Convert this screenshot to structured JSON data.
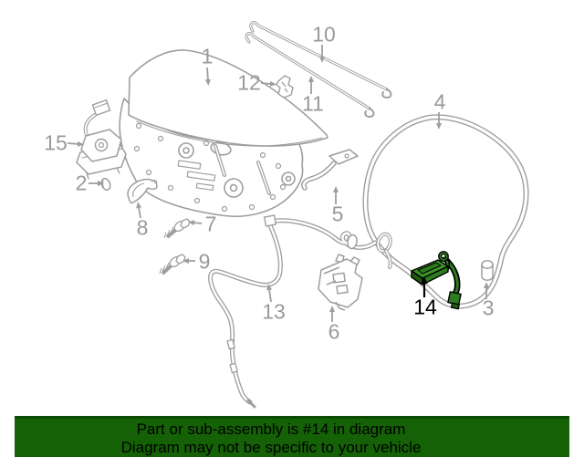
{
  "diagram": {
    "type": "parts-diagram",
    "subject": "trunk lid and latch components",
    "line_color": "#9e9e9e",
    "label_color": "#9a9a9a",
    "highlight_color": "#2d7d1e",
    "highlighted_callout": "14",
    "callouts": [
      {
        "number": "1"
      },
      {
        "number": "2"
      },
      {
        "number": "3"
      },
      {
        "number": "4"
      },
      {
        "number": "5"
      },
      {
        "number": "6"
      },
      {
        "number": "7"
      },
      {
        "number": "8"
      },
      {
        "number": "9"
      },
      {
        "number": "10"
      },
      {
        "number": "11"
      },
      {
        "number": "12"
      },
      {
        "number": "13"
      },
      {
        "number": "14"
      },
      {
        "number": "15"
      }
    ]
  },
  "banner": {
    "line1": "Part or sub-assembly is #14 in diagram",
    "line2": "Diagram may not be specific to your vehicle",
    "background": "#156106",
    "text_color": "#000000"
  }
}
